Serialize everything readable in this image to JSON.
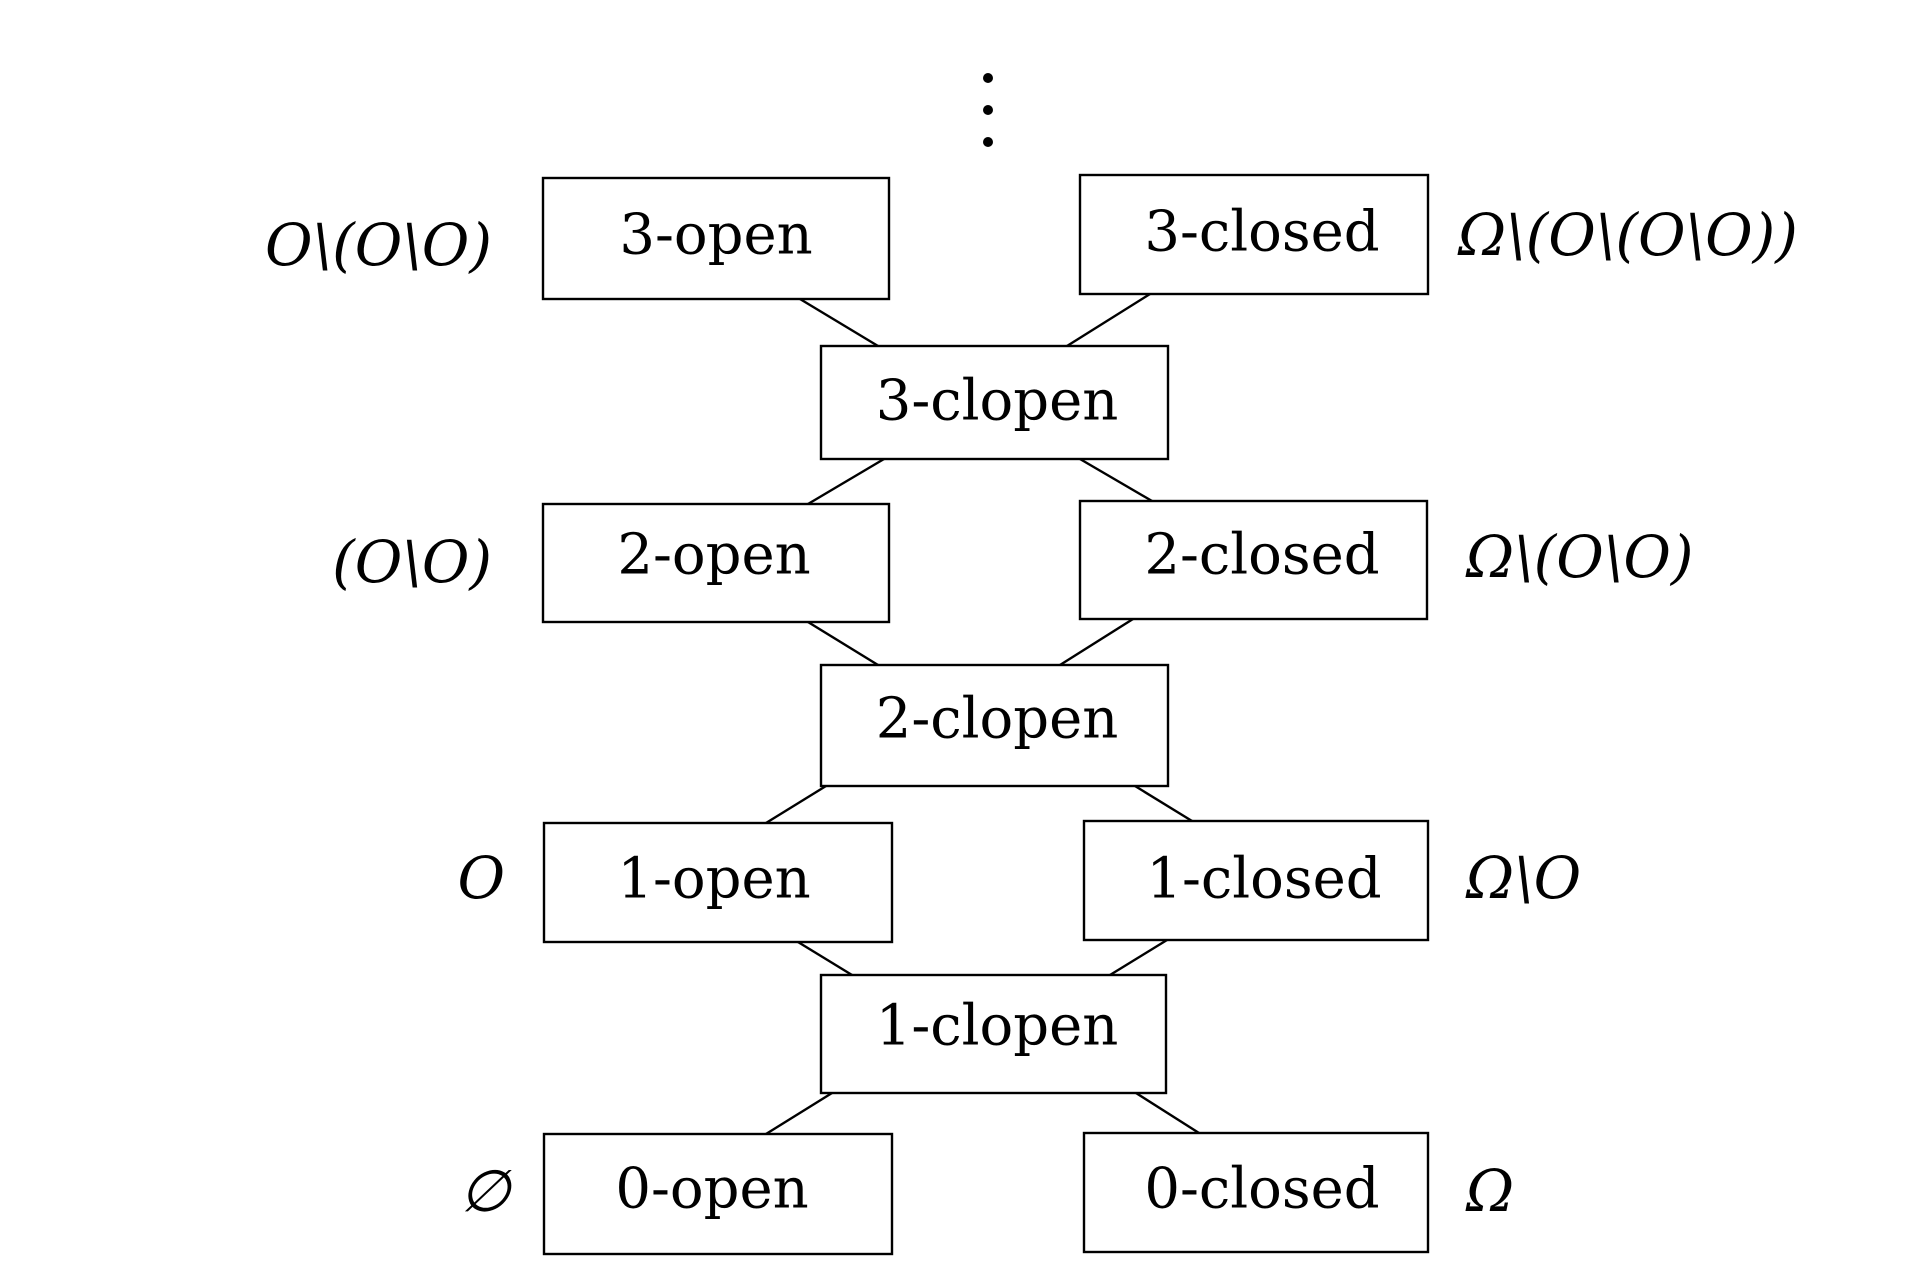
{
  "nodes": [
    {
      "id": "open-3",
      "label": "3-open"
    },
    {
      "id": "closed-3",
      "label": "3-closed"
    },
    {
      "id": "clopen-3",
      "label": "3-clopen"
    },
    {
      "id": "open-2",
      "label": "2-open"
    },
    {
      "id": "closed-2",
      "label": "2-closed"
    },
    {
      "id": "clopen-2",
      "label": "2-clopen"
    },
    {
      "id": "open-1",
      "label": "1-open"
    },
    {
      "id": "closed-1",
      "label": "1-closed"
    },
    {
      "id": "clopen-1",
      "label": "1-clopen"
    },
    {
      "id": "open-0",
      "label": "0-open"
    },
    {
      "id": "closed-0",
      "label": "0-closed"
    }
  ],
  "edges": [
    [
      "open-3",
      "clopen-3"
    ],
    [
      "closed-3",
      "clopen-3"
    ],
    [
      "clopen-3",
      "open-2"
    ],
    [
      "clopen-3",
      "closed-2"
    ],
    [
      "open-2",
      "clopen-2"
    ],
    [
      "closed-2",
      "clopen-2"
    ],
    [
      "clopen-2",
      "open-1"
    ],
    [
      "clopen-2",
      "closed-1"
    ],
    [
      "open-1",
      "clopen-1"
    ],
    [
      "closed-1",
      "clopen-1"
    ],
    [
      "clopen-1",
      "open-0"
    ],
    [
      "clopen-1",
      "closed-0"
    ]
  ],
  "annotations": {
    "open-3": "O\\(O\\O)",
    "closed-3": "Ω\\(O\\(O\\O))",
    "open-2": "(O\\O)",
    "closed-2": "Ω\\(O\\O)",
    "open-1": "O",
    "closed-1": "Ω\\O",
    "open-0": "∅",
    "closed-0": "Ω"
  },
  "continuation": "⋮"
}
